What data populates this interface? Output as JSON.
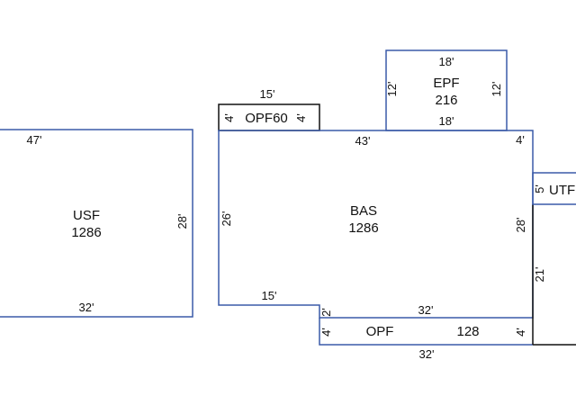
{
  "colors": {
    "outline": "#3a5aa8",
    "outline_dark": "#111111",
    "text": "#111111",
    "background": "#ffffff"
  },
  "areas": [
    {
      "code": "USF",
      "area": "1286"
    },
    {
      "code": "BAS",
      "area": "1286"
    },
    {
      "code": "EPF",
      "area": "216"
    },
    {
      "code": "OPF60",
      "area": ""
    },
    {
      "code": "OPF",
      "area": "128"
    },
    {
      "code": "UTF",
      "area": ""
    }
  ],
  "dimensions": {
    "usf_top": "47'",
    "usf_right": "28'",
    "usf_bottom": "32'",
    "opf60_top": "15'",
    "opf60_left": "4'",
    "opf60_right": "4'",
    "epf_top": "18'",
    "epf_bottom": "18'",
    "epf_left": "12'",
    "epf_right": "12'",
    "bas_top": "43'",
    "bas_top_right": "4'",
    "bas_left": "26'",
    "bas_right": "28'",
    "bas_bottom_left": "15'",
    "bas_step": "2'",
    "bas_bottom_right": "32'",
    "opf_left": "4'",
    "opf_right": "4'",
    "opf_bottom": "32'",
    "utf_side": "5'",
    "right_wing": "21'"
  }
}
